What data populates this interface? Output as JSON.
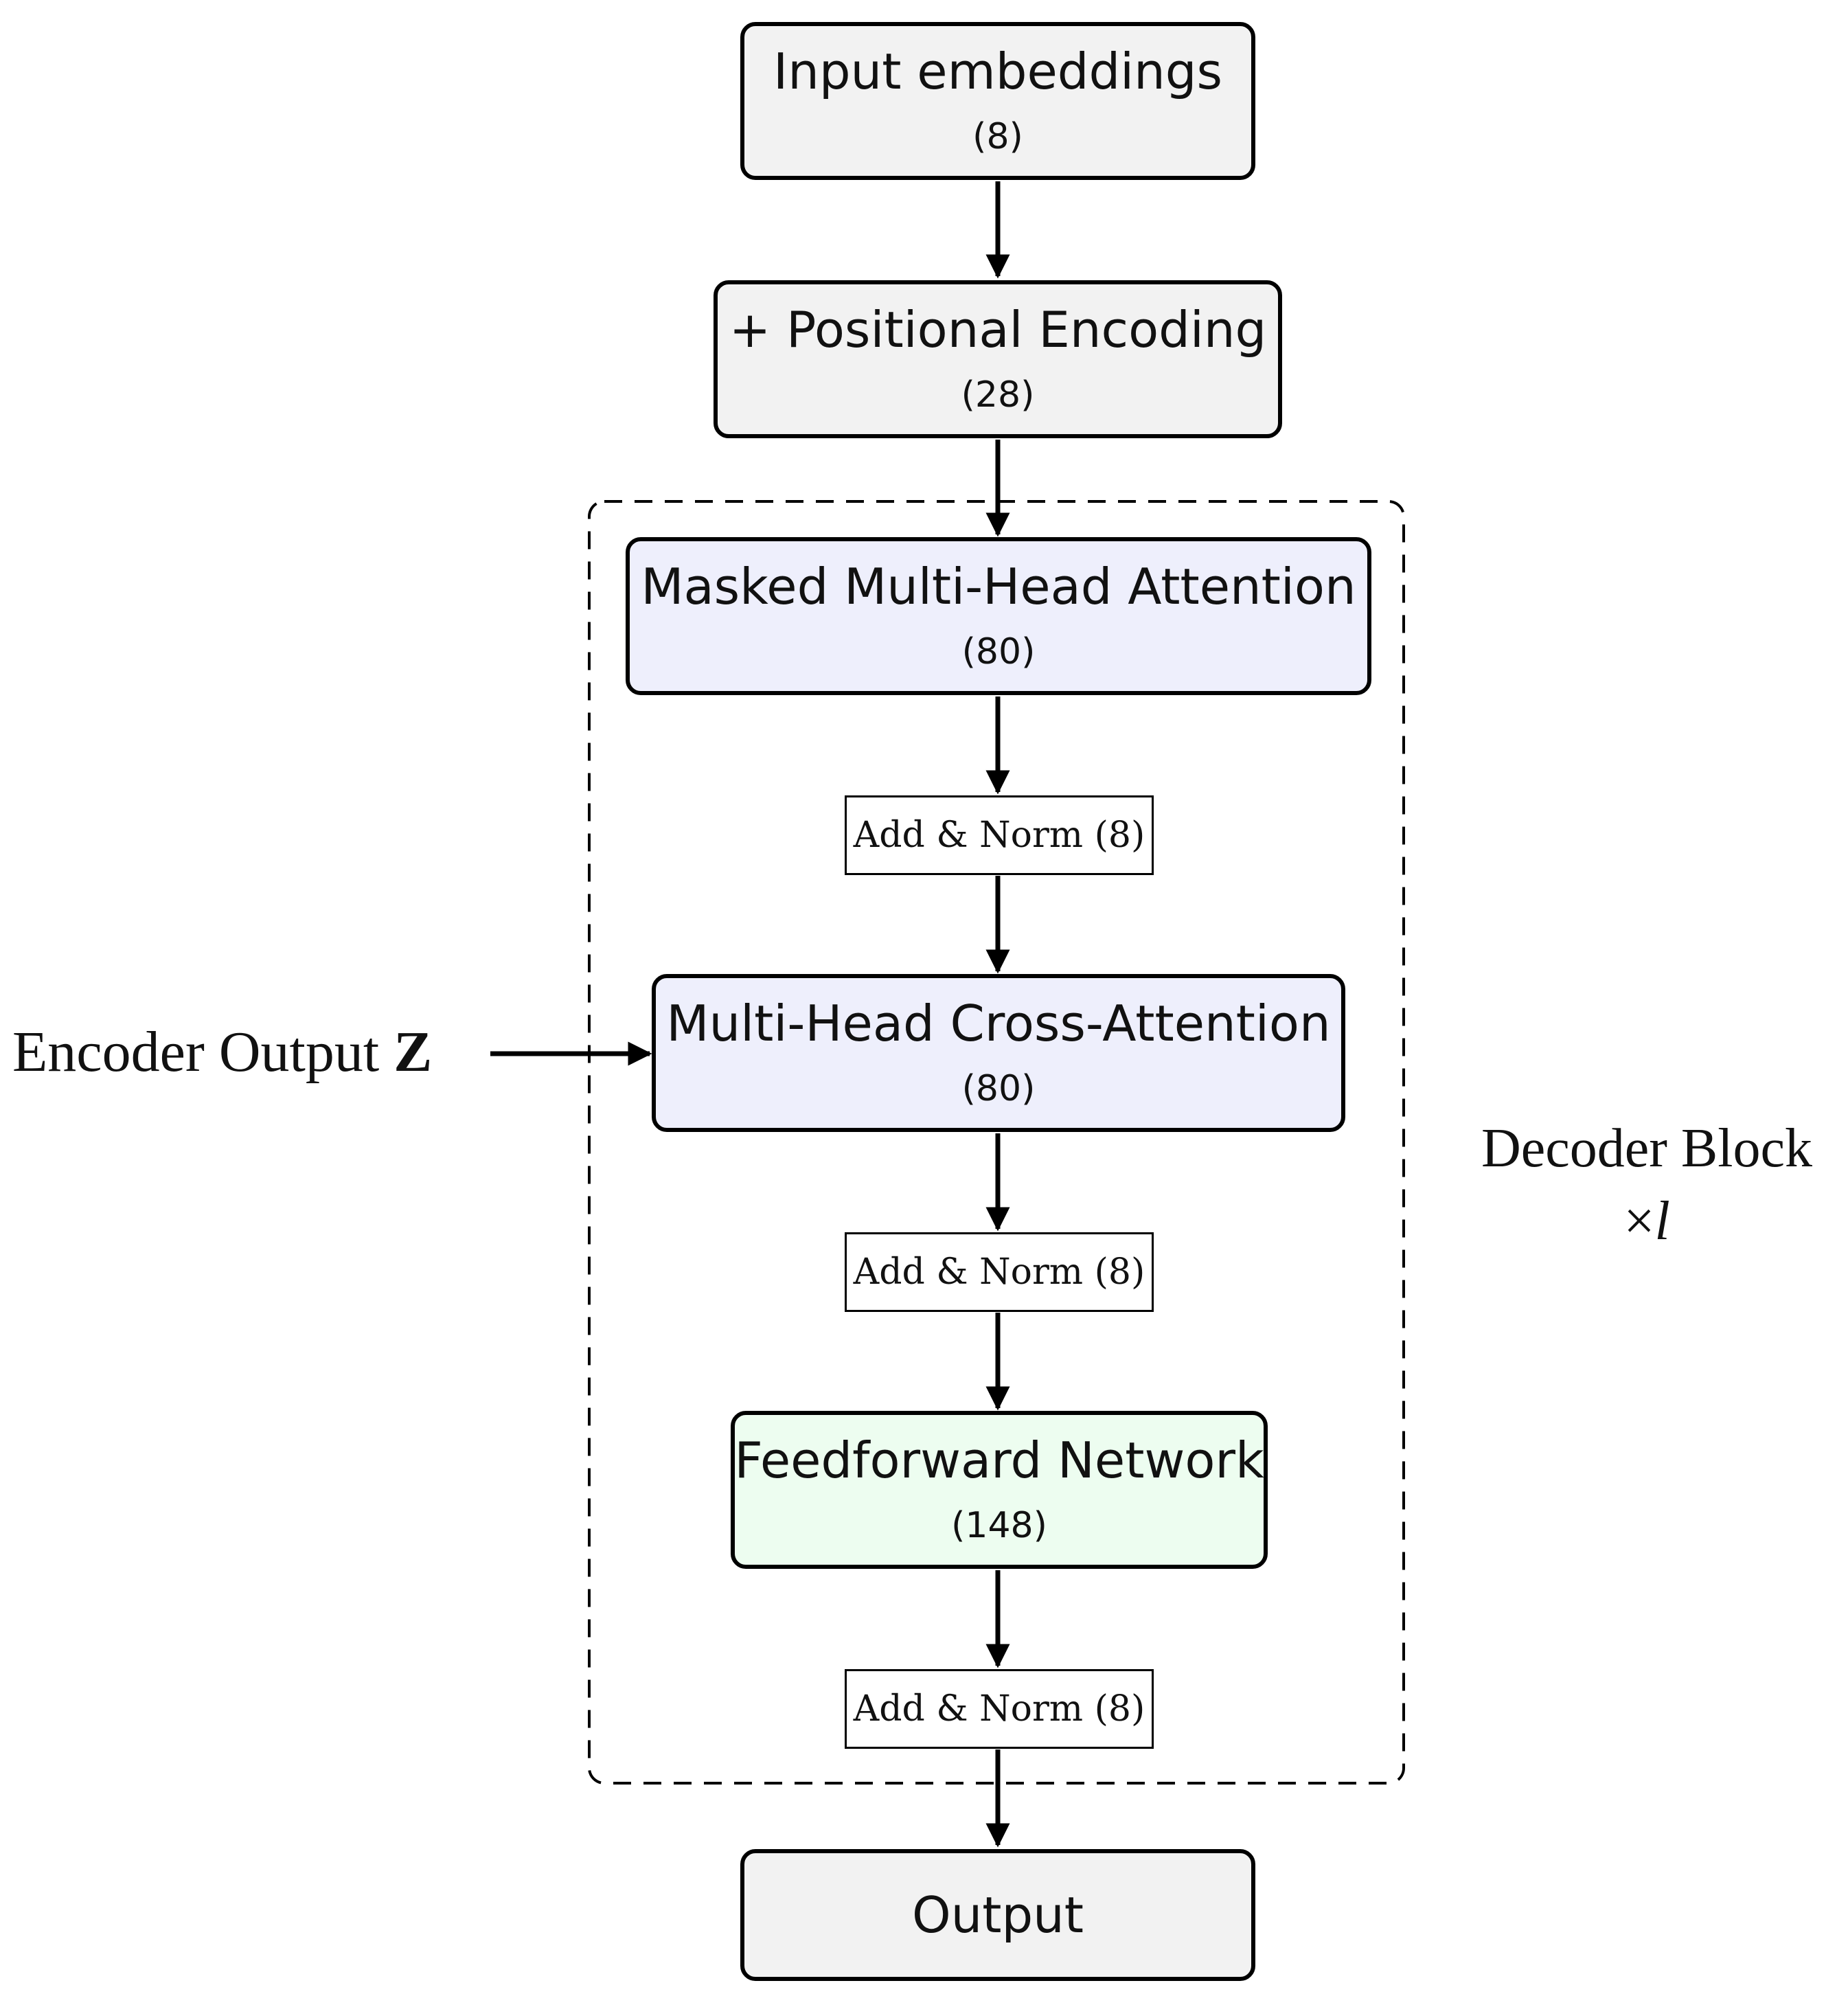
{
  "nodes": {
    "input_embeddings": {
      "title": "Input embeddings",
      "count": "(8)"
    },
    "positional_encoding": {
      "title": "+ Positional Encoding",
      "count": "(28)"
    },
    "masked_attention": {
      "title": "Masked Multi-Head Attention",
      "count": "(80)"
    },
    "add_norm_1": {
      "label": "Add & Norm (8)"
    },
    "cross_attention": {
      "title": "Multi-Head Cross-Attention",
      "count": "(80)"
    },
    "add_norm_2": {
      "label": "Add & Norm (8)"
    },
    "feedforward": {
      "title": "Feedforward Network",
      "count": "(148)"
    },
    "add_norm_3": {
      "label": "Add & Norm (8)"
    },
    "output": {
      "title": "Output"
    }
  },
  "encoder_input": {
    "text": "Encoder Output ",
    "symbol": "Z"
  },
  "decoder_block": {
    "label": "Decoder Block",
    "repeat_sign": "×",
    "repeat_var": "l"
  },
  "colors": {
    "io_fill": "#f2f2f2",
    "attention_fill": "#eeeffc",
    "feedforward_fill": "#edfdf0",
    "stroke": "#000000"
  }
}
